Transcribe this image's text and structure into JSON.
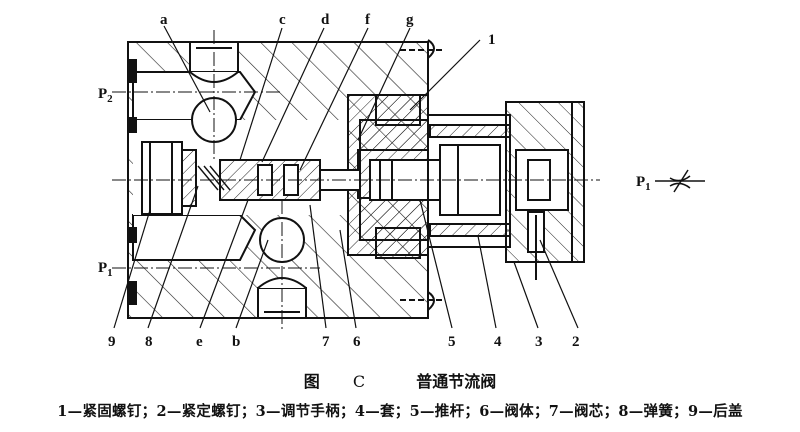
{
  "figure": {
    "title_prefix": "图",
    "title_letter": "C",
    "title": "普通节流阀",
    "legend": "1—紧固螺钉；2—紧定螺钉；3—调节手柄；4—套；5—推杆；6—阀体；7—阀芯；8—弹簧；9—后盖"
  },
  "labels": {
    "top": [
      "a",
      "c",
      "d",
      "f",
      "g",
      "1"
    ],
    "bottom": [
      "9",
      "8",
      "e",
      "b",
      "7",
      "6",
      "5",
      "4",
      "3",
      "2"
    ],
    "ports": {
      "p2": "P",
      "p2_sub": "2",
      "p1_left": "P",
      "p1_left_sub": "1",
      "p1_right": "P",
      "p1_right_sub": "1"
    }
  },
  "parts": [
    {
      "id": "1",
      "name": "紧固螺钉"
    },
    {
      "id": "2",
      "name": "紧定螺钉"
    },
    {
      "id": "3",
      "name": "调节手柄"
    },
    {
      "id": "4",
      "name": "套"
    },
    {
      "id": "5",
      "name": "推杆"
    },
    {
      "id": "6",
      "name": "阀体"
    },
    {
      "id": "7",
      "name": "阀芯"
    },
    {
      "id": "8",
      "name": "弹簧"
    },
    {
      "id": "9",
      "name": "后盖"
    }
  ]
}
